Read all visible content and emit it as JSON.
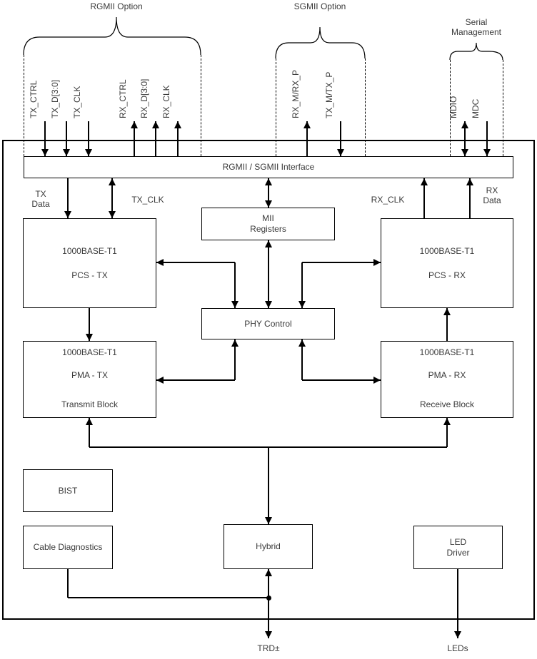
{
  "colors": {
    "background": "#ffffff",
    "line": "#000000",
    "text": "#3a3a3a"
  },
  "groups": {
    "rgmii_option": "RGMII Option",
    "sgmii_option": "SGMII Option",
    "serial_management_line1": "Serial",
    "serial_management_line2": "Management"
  },
  "signals": {
    "tx_ctrl": "TX_CTRL",
    "tx_d": "TX_D[3:0]",
    "tx_clk": "TX_CLK",
    "rx_ctrl": "RX_CTRL",
    "rx_d": "RX_D[3:0]",
    "rx_clk": "RX_CLK",
    "rx_m_rx_p": "RX_M/RX_P",
    "tx_m_tx_p": "TX_M/TX_P",
    "mdio": "MDIO",
    "mdc": "MDC"
  },
  "interface_bar": {
    "label": "RGMII / SGMII Interface"
  },
  "blocks": {
    "pcs_tx": {
      "line1": "1000BASE-T1",
      "line2": "PCS - TX"
    },
    "mii_registers": {
      "line1": "MII",
      "line2": "Registers"
    },
    "pcs_rx": {
      "line1": "1000BASE-T1",
      "line2": "PCS - RX"
    },
    "phy_control": {
      "label": "PHY Control"
    },
    "pma_tx": {
      "line1": "1000BASE-T1",
      "line2": "PMA - TX",
      "line3": "Transmit Block"
    },
    "pma_rx": {
      "line1": "1000BASE-T1",
      "line2": "PMA - RX",
      "line3": "Receive Block"
    },
    "bist": {
      "label": "BIST"
    },
    "cable_diagnostics": {
      "label": "Cable Diagnostics"
    },
    "hybrid": {
      "label": "Hybrid"
    },
    "led_driver": {
      "line1": "LED",
      "line2": "Driver"
    }
  },
  "inner_labels": {
    "tx_data_line1": "TX",
    "tx_data_line2": "Data",
    "tx_clk": "TX_CLK",
    "rx_clk": "RX_CLK",
    "rx_data_line1": "RX",
    "rx_data_line2": "Data"
  },
  "external_labels": {
    "trd": "TRD±",
    "leds": "LEDs"
  }
}
